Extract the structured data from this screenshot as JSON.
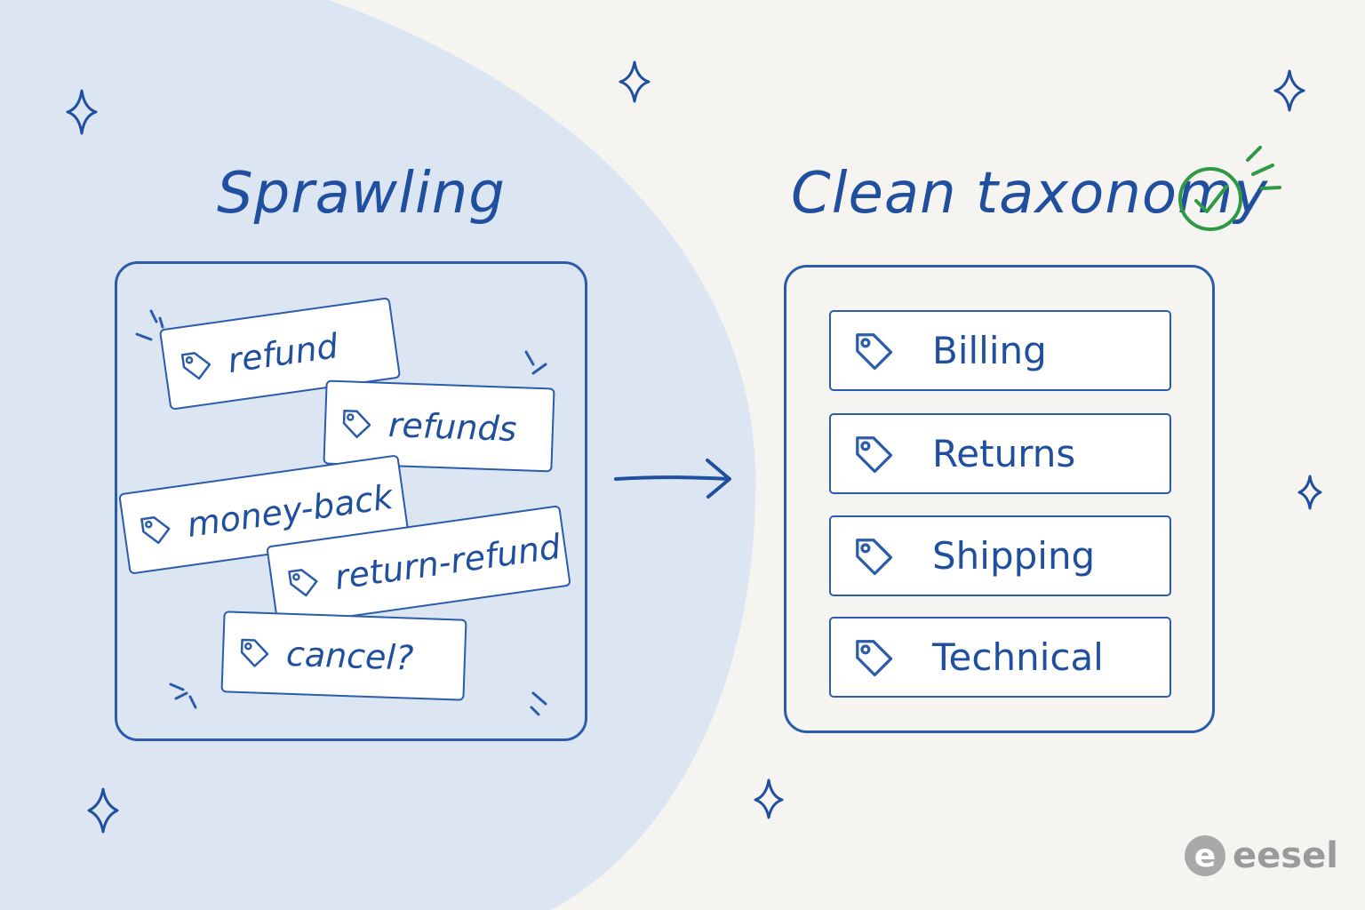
{
  "left": {
    "title": "Sprawling",
    "tags": [
      "refund",
      "refunds",
      "money-back",
      "return-refund",
      "cancel?"
    ]
  },
  "right": {
    "title": "Clean taxonomy",
    "tags": [
      "Billing",
      "Returns",
      "Shipping",
      "Technical"
    ]
  },
  "logo": {
    "text": "eesel",
    "mark": "e"
  },
  "colors": {
    "ink": "#1f4f9e",
    "blob": "#dce6f3",
    "background": "#f6f4f0",
    "check": "#2e9a45",
    "logo": "#9a9a9a"
  },
  "icons": [
    "tag-icon",
    "sparkle-icon",
    "check-circle-icon",
    "arrow-right-icon"
  ]
}
